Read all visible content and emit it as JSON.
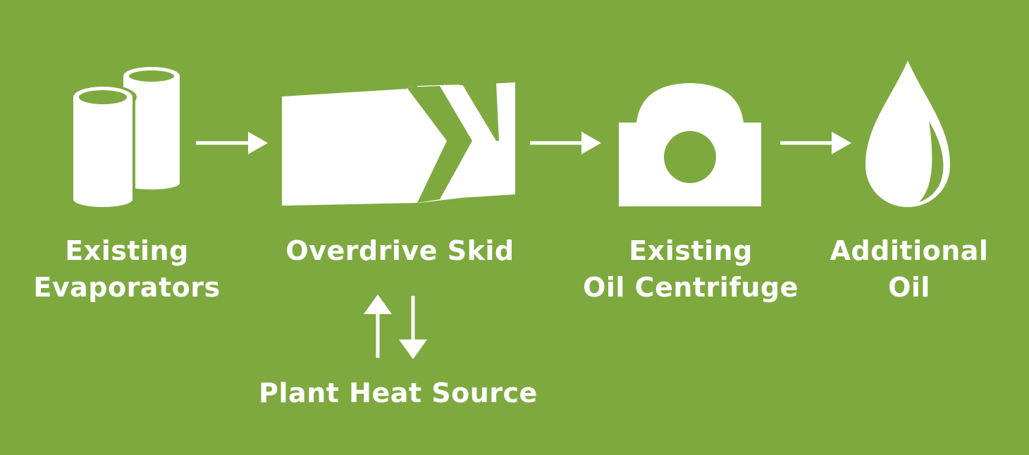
{
  "diagram": {
    "background_color": "#7ea93f",
    "foreground_color": "#ffffff",
    "nodes": [
      {
        "id": "evaporators",
        "icon": "evaporator-tanks-icon",
        "lines": [
          "Existing",
          "Evaporators"
        ]
      },
      {
        "id": "overdrive-skid",
        "icon": "skid-chevron-icon",
        "lines": [
          "Overdrive Skid"
        ]
      },
      {
        "id": "oil-centrifuge",
        "icon": "centrifuge-icon",
        "lines": [
          "Existing",
          "Oil Centrifuge"
        ]
      },
      {
        "id": "additional-oil",
        "icon": "oil-drop-icon",
        "lines": [
          "Additional",
          "Oil"
        ]
      }
    ],
    "heat_source": {
      "icon": "bidirectional-arrows-icon",
      "label": "Plant Heat Source"
    },
    "edges": [
      {
        "from": "evaporators",
        "to": "overdrive-skid"
      },
      {
        "from": "overdrive-skid",
        "to": "oil-centrifuge"
      },
      {
        "from": "oil-centrifuge",
        "to": "additional-oil"
      },
      {
        "from": "overdrive-skid",
        "to": "heat_source",
        "bidirectional": true
      }
    ]
  }
}
